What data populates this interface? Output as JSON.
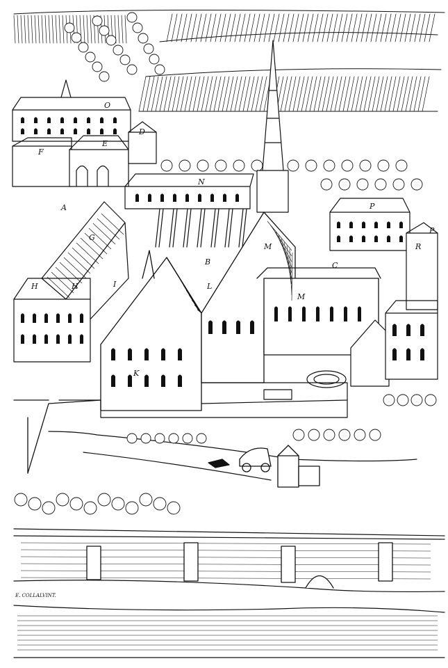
{
  "palette": {
    "ink": "#111111",
    "paper": "#ffffff"
  },
  "labels": {
    "O": "O",
    "F": "F",
    "E": "E",
    "D": "D",
    "N": "N",
    "A": "A",
    "G": "G",
    "B": "B",
    "M": "M",
    "K": "K",
    "H": "H",
    "I": "I",
    "L": "L",
    "C": "C",
    "P": "P",
    "R": "R"
  },
  "signature": "E. COLLALVINT."
}
